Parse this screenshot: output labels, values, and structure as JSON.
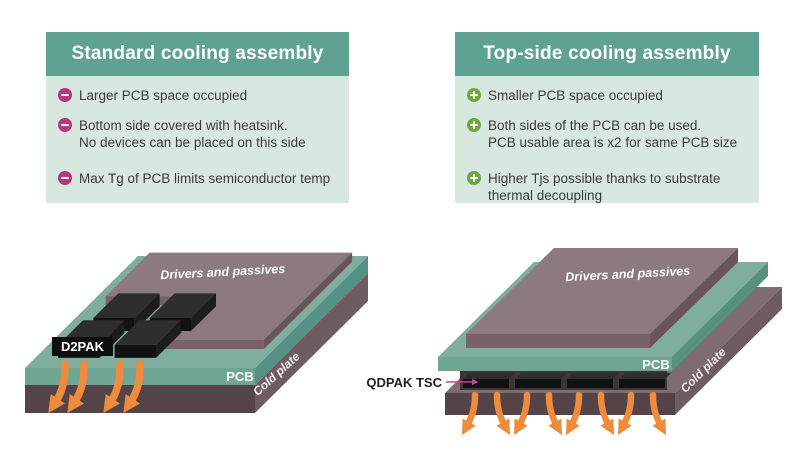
{
  "panels": [
    {
      "title": "Standard cooling assembly",
      "tone": "negative",
      "items": [
        {
          "lines": [
            "Larger PCB space occupied"
          ]
        },
        {
          "lines": [
            "Bottom side covered with heatsink.",
            "No devices can be placed on this side"
          ]
        },
        {
          "lines": [
            "Max Tg of PCB limits semiconductor temp"
          ]
        }
      ]
    },
    {
      "title": "Top-side cooling assembly",
      "tone": "positive",
      "items": [
        {
          "lines": [
            "Smaller PCB space occupied"
          ]
        },
        {
          "lines": [
            "Both sides of the PCB can be used.",
            "PCB usable area is x2 for same PCB size"
          ]
        },
        {
          "lines": [
            "Higher Tjs possible thanks to substrate",
            "thermal decoupling"
          ]
        }
      ]
    }
  ],
  "diagrams": {
    "standard": {
      "block_label": "Drivers and passives",
      "package_label": "D2PAK",
      "board_label": "PCB",
      "plate_label": "Cold plate"
    },
    "topside": {
      "block_label": "Drivers and passives",
      "package_label": "QDPAK TSC",
      "board_label": "PCB",
      "plate_label": "Cold plate"
    }
  },
  "colors": {
    "page_bg": "#ffffff",
    "header_teal": "#60a292",
    "panel_bg": "#d9e7e1",
    "bullet_text": "#3a3a3a",
    "minus_magenta": "#b23a77",
    "plus_green": "#71a73f",
    "pcb_top": "#7fae9e",
    "pcb_front": "#6fa593",
    "pcb_side": "#569080",
    "block_top": "#8c7a7e",
    "block_front": "#786266",
    "block_side": "#6a5459",
    "plate_top": "#7e6c70",
    "plate_front": "#554447",
    "plate_side": "#6f5c60",
    "package_top": "#2e2e2e",
    "package_front": "#121212",
    "package_side": "#1d1d1d",
    "arrow_orange": "#ef8b3d",
    "leader_magenta": "#c14391"
  }
}
